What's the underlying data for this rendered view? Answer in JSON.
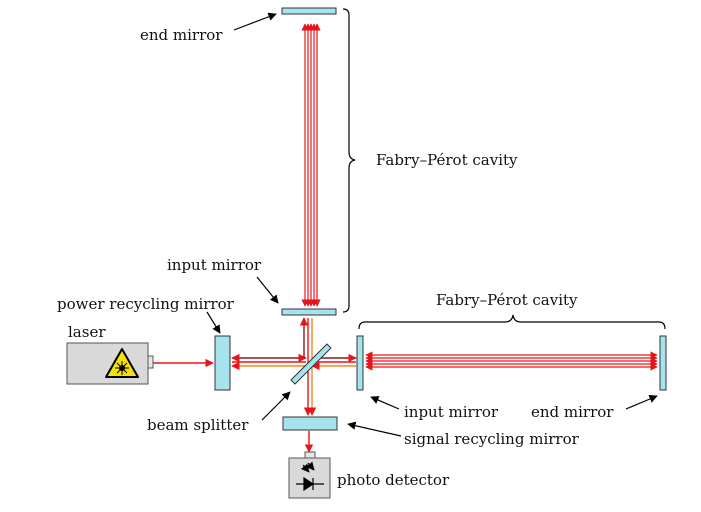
{
  "labels": {
    "end_mirror_top": "end mirror",
    "cavity_vertical": "Fabry–Pérot cavity",
    "input_mirror_top": "input mirror",
    "power_recycling_mirror": "power recycling mirror",
    "laser": "laser",
    "cavity_horizontal": "Fabry–Pérot cavity",
    "beam_splitter": "beam splitter",
    "input_mirror_right": "input mirror",
    "end_mirror_right": "end mirror",
    "signal_recycling_mirror": "signal recycling mirror",
    "photo_detector": "photo detector"
  },
  "colors": {
    "beam": "#e8141b",
    "beam_dark": "#8b1a1a",
    "beam_orange": "#f08c1e",
    "mirror_fill": "#a6e3ec",
    "laser_fill": "#d9d9d9",
    "warning_fill": "#f5e20a"
  }
}
